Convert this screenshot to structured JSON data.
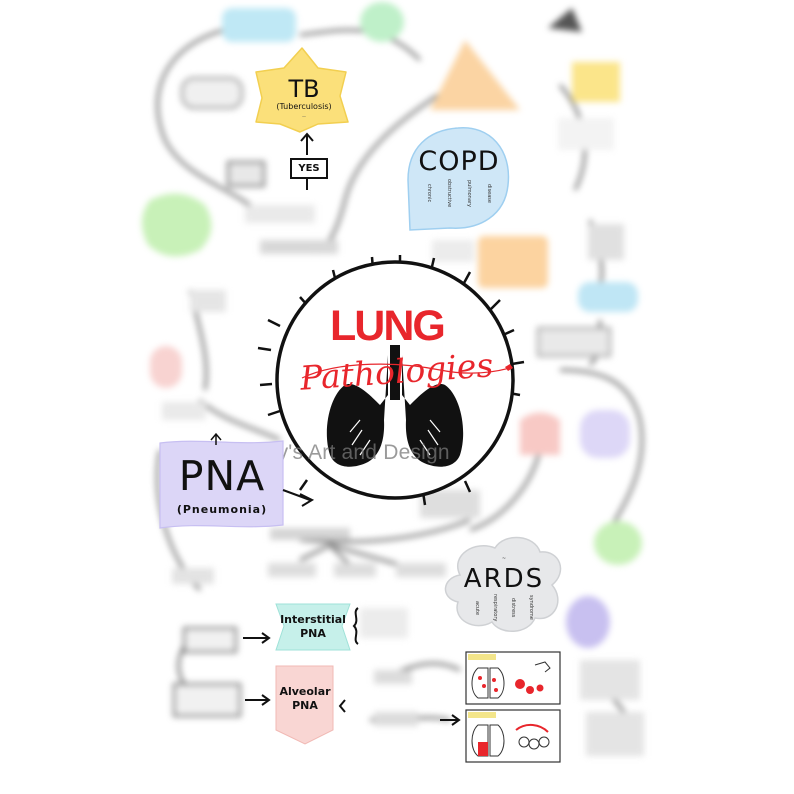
{
  "center": {
    "title_top": "LUNG",
    "title_bottom": "Pathologies"
  },
  "watermark": "© Aubrey's Art and Design",
  "nodes": {
    "tb": {
      "main": "TB",
      "sub": "(Tuberculosis)"
    },
    "yes_label": "YES",
    "copd": {
      "main": "COPD",
      "expansion": [
        "chronic",
        "obstructive",
        "pulmonary",
        "disease"
      ]
    },
    "pna": {
      "main": "PNA",
      "sub": "(Pneumonia)"
    },
    "ards": {
      "main": "ARDS",
      "expansion": [
        "acute",
        "respiratory",
        "distress",
        "syndrome"
      ]
    },
    "interstitial_pna": {
      "line1": "Interstitial",
      "line2": "PNA"
    },
    "alveolar_pna": {
      "line1": "Alveolar",
      "line2": "PNA"
    }
  },
  "colors": {
    "accent_red": "#e8262c",
    "pastel_yellow": "#fbe07a",
    "pastel_blue": "#cfe7f7",
    "pastel_purple": "#dcd6f7",
    "pastel_teal": "#c6f0ea",
    "pastel_pink": "#f9d6d3",
    "pastel_orange": "#fcd7a8",
    "pastel_green": "#c7f0c0",
    "pastel_peach": "#fbd5a0"
  }
}
